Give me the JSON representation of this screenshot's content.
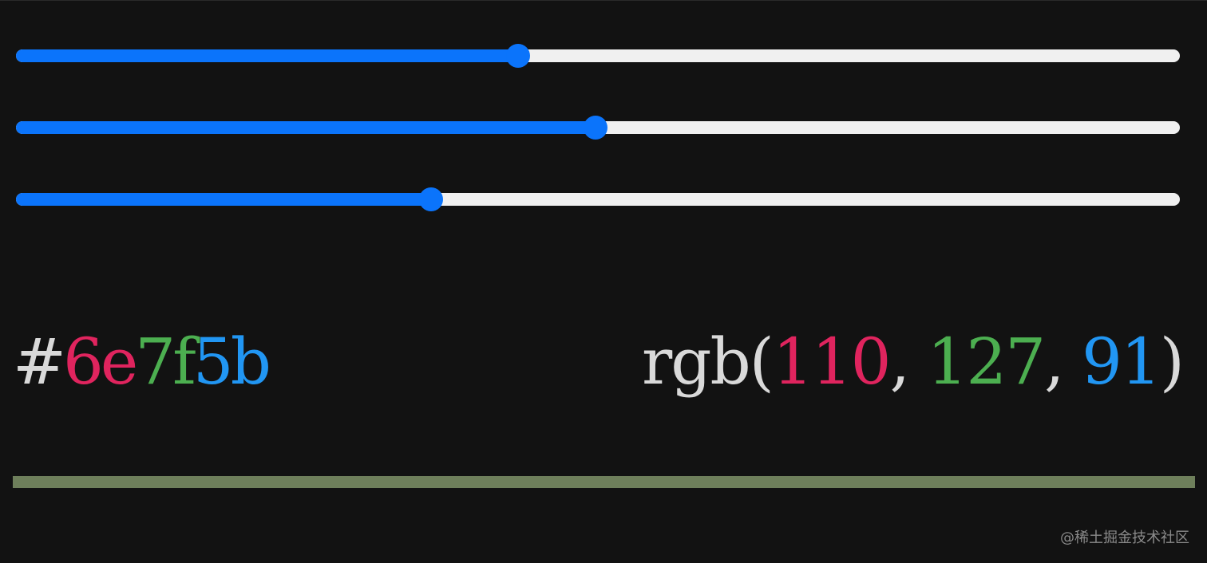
{
  "colors": {
    "accent": "#0b74fb",
    "track": "#f0f0f0",
    "background": "#121212",
    "neutral_text": "#d9d9d9",
    "red_text": "#e0245e",
    "green_text": "#4caf50",
    "blue_text": "#2196f3"
  },
  "sliders": [
    {
      "channel": "red",
      "value": 110,
      "max": 255
    },
    {
      "channel": "green",
      "value": 127,
      "max": 255
    },
    {
      "channel": "blue",
      "value": 91,
      "max": 255
    }
  ],
  "hex": {
    "hash": "#",
    "r": "6e",
    "g": "7f",
    "b": "5b"
  },
  "rgb": {
    "prefix": "rgb(",
    "r": "110",
    "sep1": ", ",
    "g": "127",
    "sep2": ", ",
    "b": "91",
    "suffix": ")"
  },
  "swatch_color": "#6e7f5b",
  "watermark": "@稀土掘金技术社区"
}
